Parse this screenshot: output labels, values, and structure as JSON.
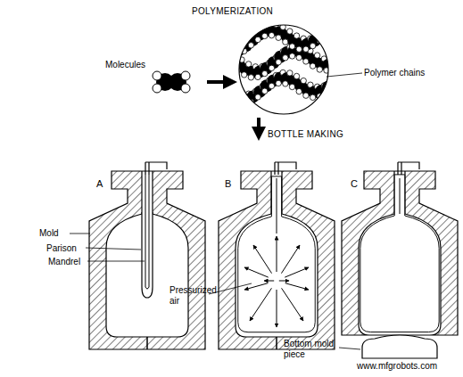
{
  "diagram": {
    "title": "POLYMERIZATION",
    "labels": [
      "Molecules",
      "Polymer chains",
      "BOTTLE MAKING",
      "A",
      "B",
      "C",
      "Mold",
      "Parison",
      "Mandrel",
      "Pressurized air",
      "Bottom mold piece",
      "www.mfgrobots.com"
    ]
  }
}
